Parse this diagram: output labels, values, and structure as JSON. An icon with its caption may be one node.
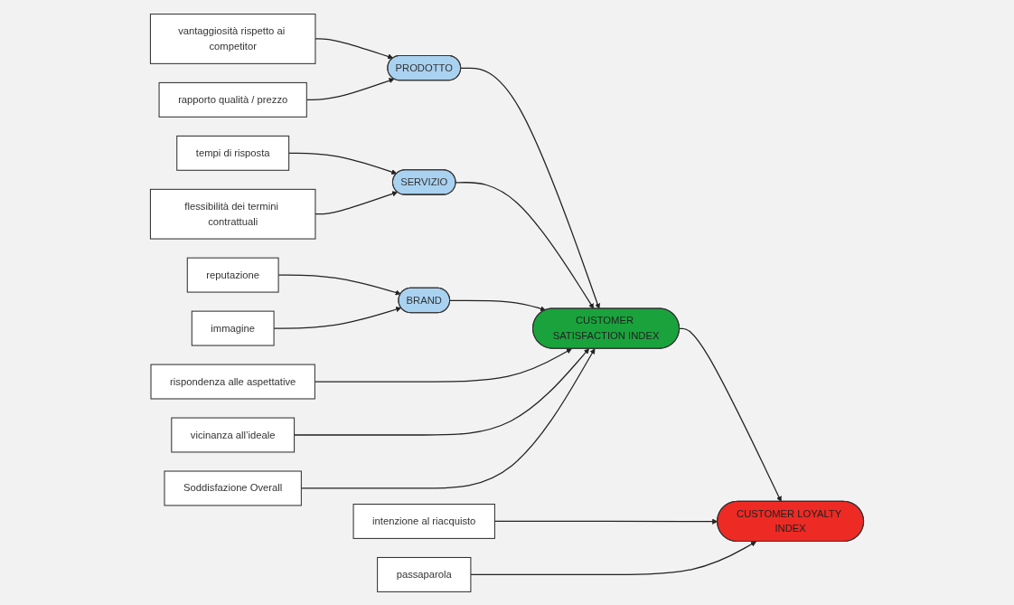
{
  "diagram": {
    "nodes": [
      {
        "text": [
          "vantaggiosità rispetto ai competitor"
        ]
      },
      {
        "text": [
          "rapporto qualità / prezzo"
        ]
      },
      {
        "text": [
          "PRODOTTO"
        ]
      },
      {
        "text": [
          "tempi di risposta"
        ]
      },
      {
        "text": [
          "flessibilità dei termini contrattuali"
        ]
      },
      {
        "text": [
          "SERVIZIO"
        ]
      },
      {
        "text": [
          "reputazione"
        ]
      },
      {
        "text": [
          "immagine"
        ]
      },
      {
        "text": [
          "BRAND"
        ]
      },
      {
        "text": [
          "CUSTOMER SATISFACTION INDEX"
        ]
      },
      {
        "text": [
          "intenzione al riacquisto"
        ]
      },
      {
        "text": [
          "passaparola"
        ]
      },
      {
        "text": [
          "CUSTOMER LOYALTY INDEX"
        ]
      },
      {
        "text": [
          "vicinanza all’ideale"
        ]
      },
      {
        "text": [
          "rispondenza alle aspettative"
        ]
      },
      {
        "text": [
          "Soddisfazione Overall"
        ]
      }
    ],
    "edges": [
      {
        "from": 0,
        "to": 2,
        "arrow": "to"
      },
      {
        "from": 1,
        "to": 2,
        "arrow": "to"
      },
      {
        "from": 3,
        "to": 5,
        "arrow": "to"
      },
      {
        "from": 4,
        "to": 5,
        "arrow": "to"
      },
      {
        "from": 6,
        "to": 8,
        "arrow": "to"
      },
      {
        "from": 7,
        "to": 8,
        "arrow": "to"
      },
      {
        "from": 2,
        "to": 9,
        "arrow": "to"
      },
      {
        "from": 5,
        "to": 9,
        "arrow": "to"
      },
      {
        "from": 8,
        "to": 9,
        "arrow": "to"
      },
      {
        "from": 14,
        "to": 9,
        "arrow": "to"
      },
      {
        "from": 13,
        "to": 9,
        "arrow": "to"
      },
      {
        "from": 15,
        "to": 9,
        "arrow": "to"
      },
      {
        "from": 9,
        "to": 12,
        "arrow": "to"
      },
      {
        "from": 10,
        "to": 12,
        "arrow": "to"
      },
      {
        "from": 11,
        "to": 12,
        "arrow": "to"
      }
    ]
  }
}
